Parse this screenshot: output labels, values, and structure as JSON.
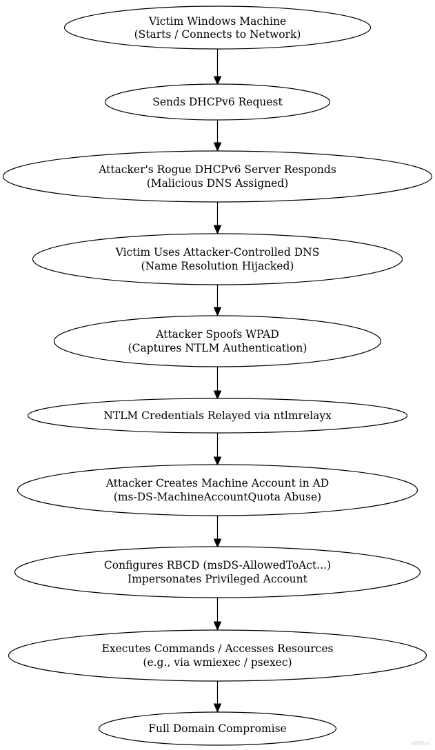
{
  "nodes": [
    {
      "line1": "Victim Windows Machine",
      "line2": "(Starts / Connects to Network)"
    },
    {
      "line1": "Sends DHCPv6 Request",
      "line2": ""
    },
    {
      "line1": "Attacker's Rogue DHCPv6 Server Responds",
      "line2": "(Malicious DNS Assigned)"
    },
    {
      "line1": "Victim Uses Attacker-Controlled DNS",
      "line2": "(Name Resolution Hijacked)"
    },
    {
      "line1": "Attacker Spoofs WPAD",
      "line2": "(Captures NTLM Authentication)"
    },
    {
      "line1": "NTLM Credentials Relayed via ntlmrelayx",
      "line2": ""
    },
    {
      "line1": "Attacker Creates Machine Account in AD",
      "line2": "(ms-DS-MachineAccountQuota Abuse)"
    },
    {
      "line1": "Configures RBCD (msDS-AllowedToAct...)",
      "line2": "Impersonates Privileged Account"
    },
    {
      "line1": "Executes Commands / Accesses Resources",
      "line2": "(e.g., via wmiexec / psexec)"
    },
    {
      "line1": "Full Domain Compromise",
      "line2": ""
    }
  ],
  "watermark": "aWBar"
}
